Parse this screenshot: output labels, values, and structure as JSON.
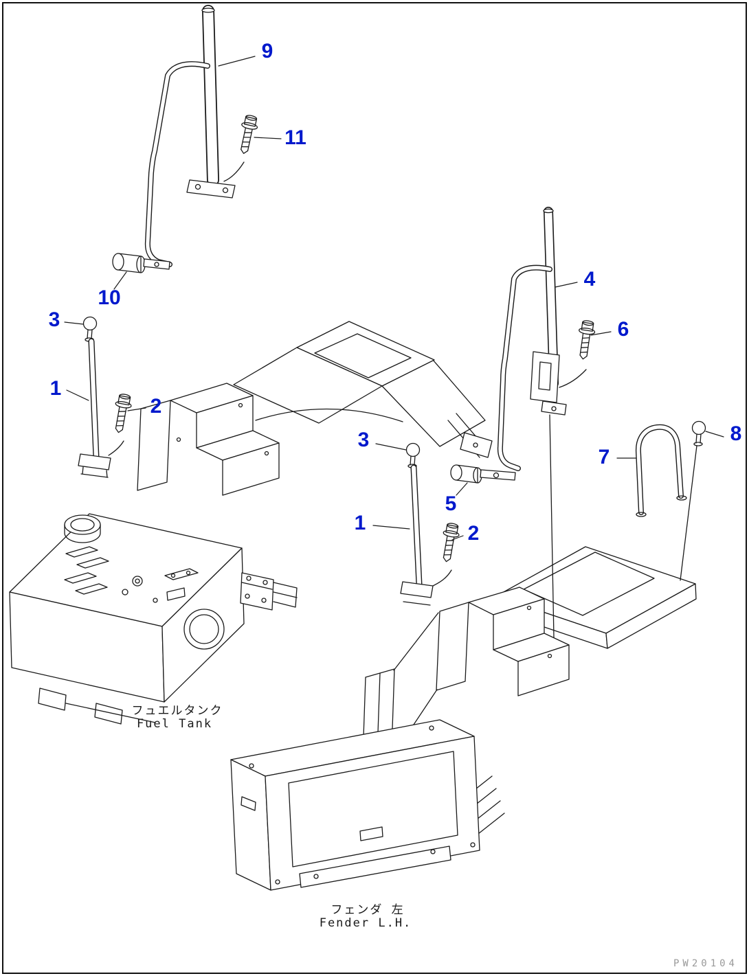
{
  "page": {
    "watermark": "PW20104"
  },
  "colors": {
    "callout": "#0019cc",
    "line": "#1a1a1a",
    "watermark": "#999999"
  },
  "labels": {
    "fuel_tank_jp": "フュエルタンク",
    "fuel_tank_en": "Fuel Tank",
    "fender_jp": "フェンダ 左",
    "fender_en": "Fender L.H."
  },
  "callouts": {
    "n9": "9",
    "n11": "11",
    "n10": "10",
    "n3_left": "3",
    "n1_left": "1",
    "n2_left": "2",
    "n4": "4",
    "n6": "6",
    "n8": "8",
    "n7": "7",
    "n3_center": "3",
    "n5": "5",
    "n1_center": "1",
    "n2_center": "2"
  }
}
